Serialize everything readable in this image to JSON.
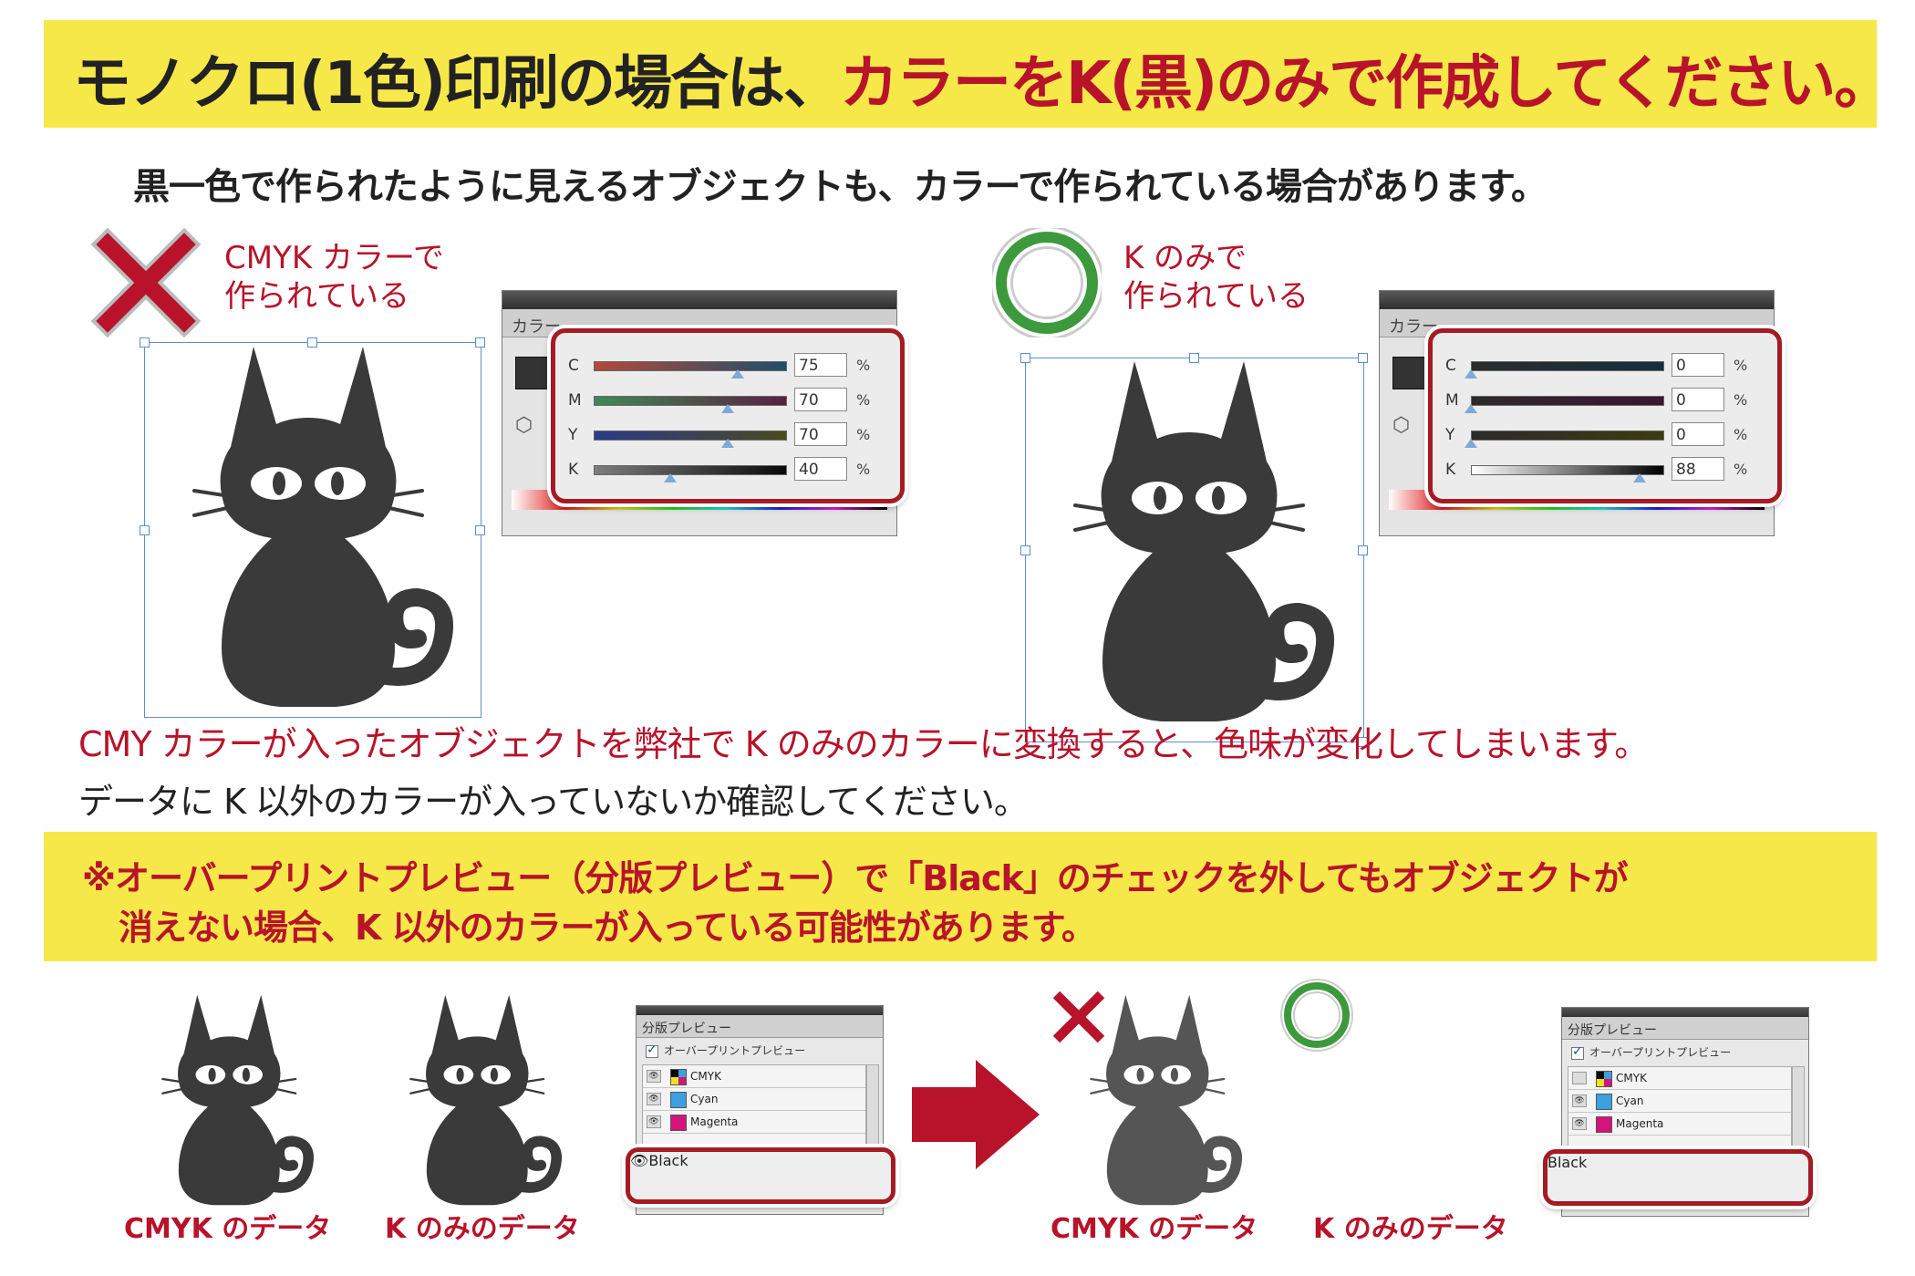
{
  "title": {
    "prefix": "モノクロ(1色)印刷の場合は、",
    "highlight": "カラーをK(黒)のみで作成してください。"
  },
  "subtitle": "黒一色で作られたように見えるオブジェクトも、カラーで作られている場合があります。",
  "bad_example": {
    "mark_icon": "cross-icon",
    "label": "CMYK カラーで\n作られている",
    "panel_tab": "カラー",
    "sliders": [
      {
        "channel": "C",
        "value": "75",
        "unit": "%",
        "level": 0.75
      },
      {
        "channel": "M",
        "value": "70",
        "unit": "%",
        "level": 0.7
      },
      {
        "channel": "Y",
        "value": "70",
        "unit": "%",
        "level": 0.7
      },
      {
        "channel": "K",
        "value": "40",
        "unit": "%",
        "level": 0.4
      }
    ],
    "fill_color": "#3a3a3a"
  },
  "good_example": {
    "mark_icon": "circle-ok-icon",
    "label": "K のみで\n作られている",
    "panel_tab": "カラー",
    "sliders": [
      {
        "channel": "C",
        "value": "0",
        "unit": "%",
        "level": 0
      },
      {
        "channel": "M",
        "value": "0",
        "unit": "%",
        "level": 0
      },
      {
        "channel": "Y",
        "value": "0",
        "unit": "%",
        "level": 0
      },
      {
        "channel": "K",
        "value": "88",
        "unit": "%",
        "level": 0.88
      }
    ],
    "fill_color": "#3a3a3a"
  },
  "notes": {
    "line1": "CMY カラーが入ったオブジェクトを弊社で K のみのカラーに変換すると、色味が変化してしまいます。",
    "line2": "データに K 以外のカラーが入っていないか確認してください。"
  },
  "warning": {
    "line1": "※オーバープリントプレビュー（分版プレビュー）で「Black」のチェックを外してもオブジェクトが",
    "line2": "消えない場合、K 以外のカラーが入っている可能性があります。"
  },
  "separations": {
    "before": {
      "tab_label": "分版プレビュー",
      "overprint_label": "オーバープリントプレビュー",
      "plates": [
        {
          "name": "CMYK",
          "visible": true
        },
        {
          "name": "Cyan",
          "visible": true
        },
        {
          "name": "Magenta",
          "visible": true
        },
        {
          "name": "Black",
          "visible": true
        }
      ]
    },
    "after": {
      "tab_label": "分版プレビュー",
      "overprint_label": "オーバープリントプレビュー",
      "plates": [
        {
          "name": "CMYK",
          "visible": false
        },
        {
          "name": "Cyan",
          "visible": true
        },
        {
          "name": "Magenta",
          "visible": true
        },
        {
          "name": "Black",
          "visible": false
        }
      ]
    }
  },
  "captions": {
    "cmyk_before": "CMYK のデータ",
    "k_before": "K のみのデータ",
    "cmyk_after": "CMYK のデータ",
    "k_after": "K のみのデータ"
  },
  "colors": {
    "banner": "#f7e84a",
    "accent_red": "#b8132a",
    "ok_green": "#3c9a3c",
    "cat_dark": "#3a3a3a",
    "cat_gray": "#555555",
    "cyan": "#3aa0e0",
    "magenta": "#d4147a"
  }
}
